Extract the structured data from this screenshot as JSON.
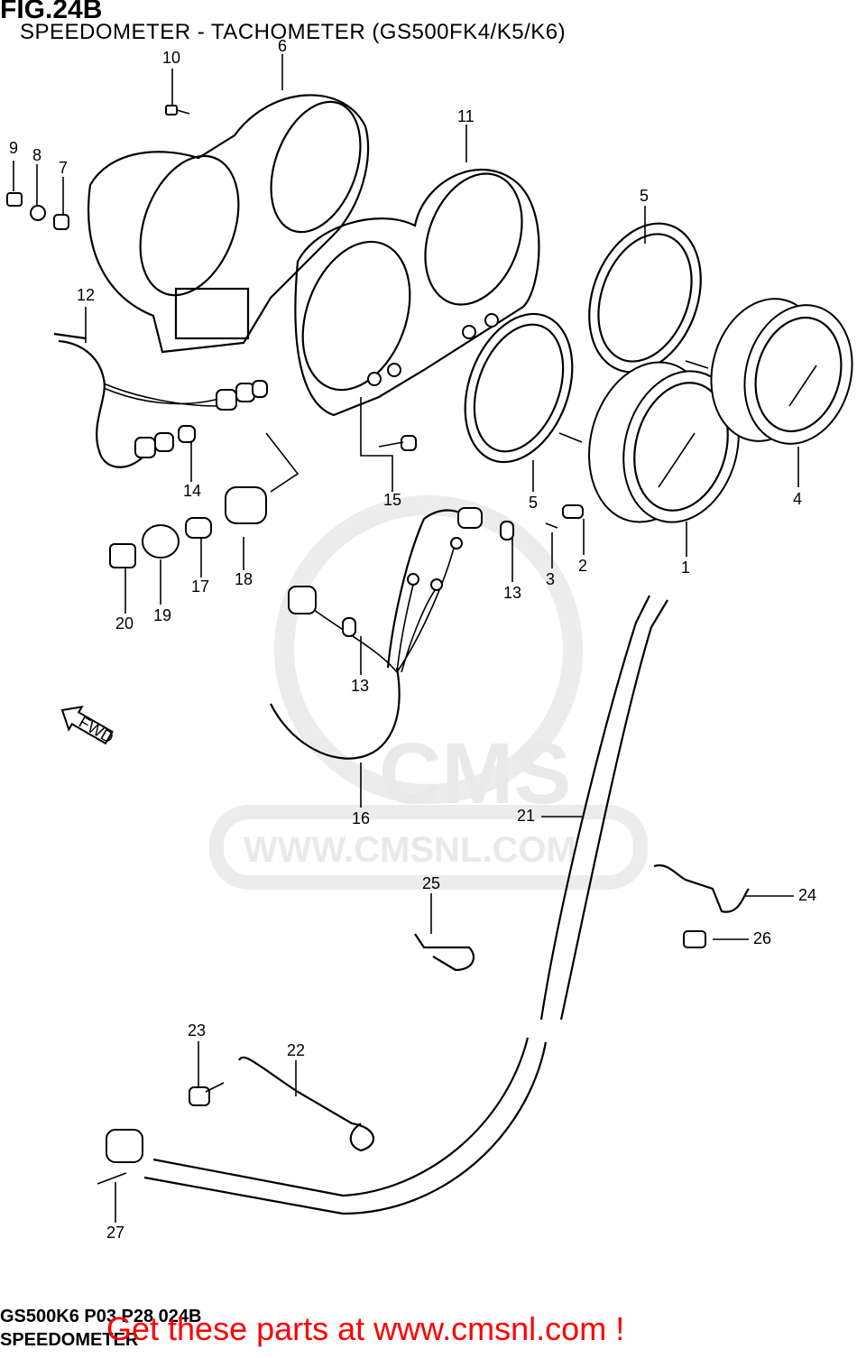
{
  "figure": {
    "title": "FIG.24B",
    "subtitle": "SPEEDOMETER - TACHOMETER (GS500FK4/K5/K6)"
  },
  "callouts": [
    "1",
    "2",
    "3",
    "4",
    "5",
    "5",
    "6",
    "7",
    "8",
    "9",
    "10",
    "11",
    "12",
    "13",
    "13",
    "14",
    "15",
    "16",
    "17",
    "18",
    "19",
    "20",
    "21",
    "22",
    "23",
    "24",
    "25",
    "26",
    "27"
  ],
  "direction_marker": "FWD",
  "watermark": {
    "brand": "CMS",
    "url": "WWW.CMSNL.COM"
  },
  "footer": {
    "reference_code": "GS500K6 P03 P28  024B",
    "section_name": "SPEEDOMETER",
    "promo_text": "Get these parts at www.cmsnl.com !"
  }
}
